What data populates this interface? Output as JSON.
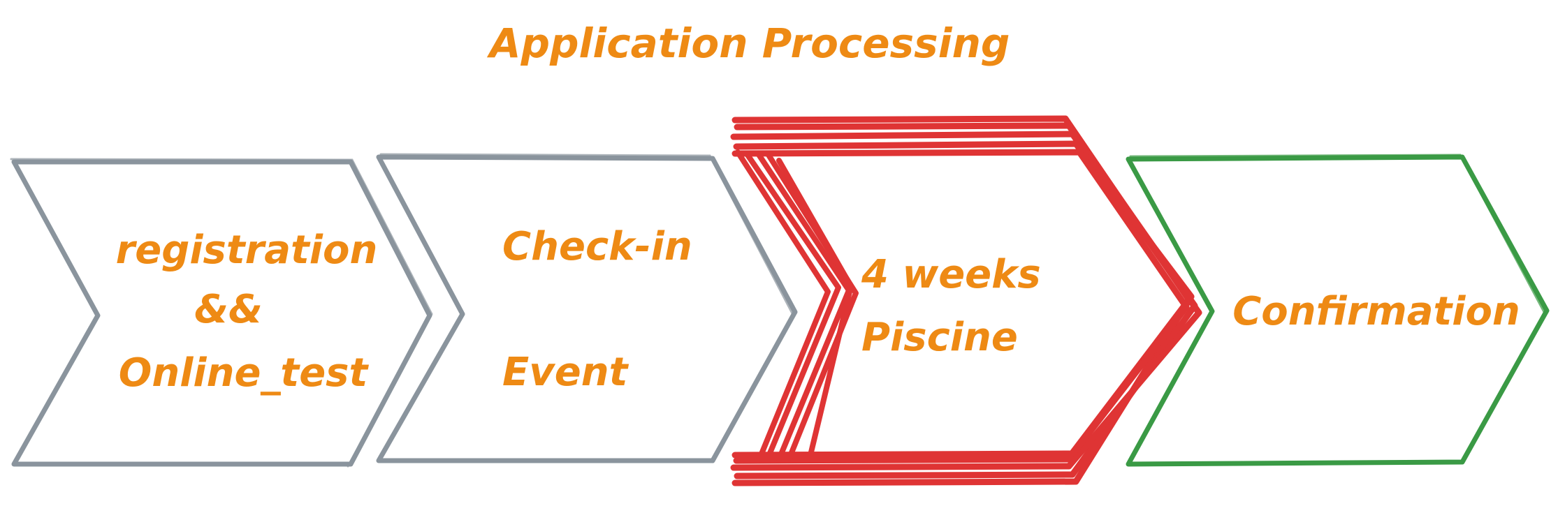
{
  "title": "Application Processing",
  "colors": {
    "text": "#ee8a14",
    "default_step": "#8a949d",
    "current_step": "#df3434",
    "final_step": "#3a9a45"
  },
  "steps": [
    {
      "id": "registration",
      "lines": [
        "registration",
        "&&",
        "Online_test"
      ],
      "state": "done",
      "stroke_color": "#8a949d"
    },
    {
      "id": "check-in",
      "lines": [
        "Check-in",
        "",
        "Event"
      ],
      "state": "done",
      "stroke_color": "#8a949d"
    },
    {
      "id": "piscine",
      "lines": [
        "4 weeks",
        "Piscine"
      ],
      "state": "current",
      "stroke_color": "#df3434"
    },
    {
      "id": "confirmation",
      "lines": [
        "Confirmation"
      ],
      "state": "final",
      "stroke_color": "#3a9a45"
    }
  ]
}
